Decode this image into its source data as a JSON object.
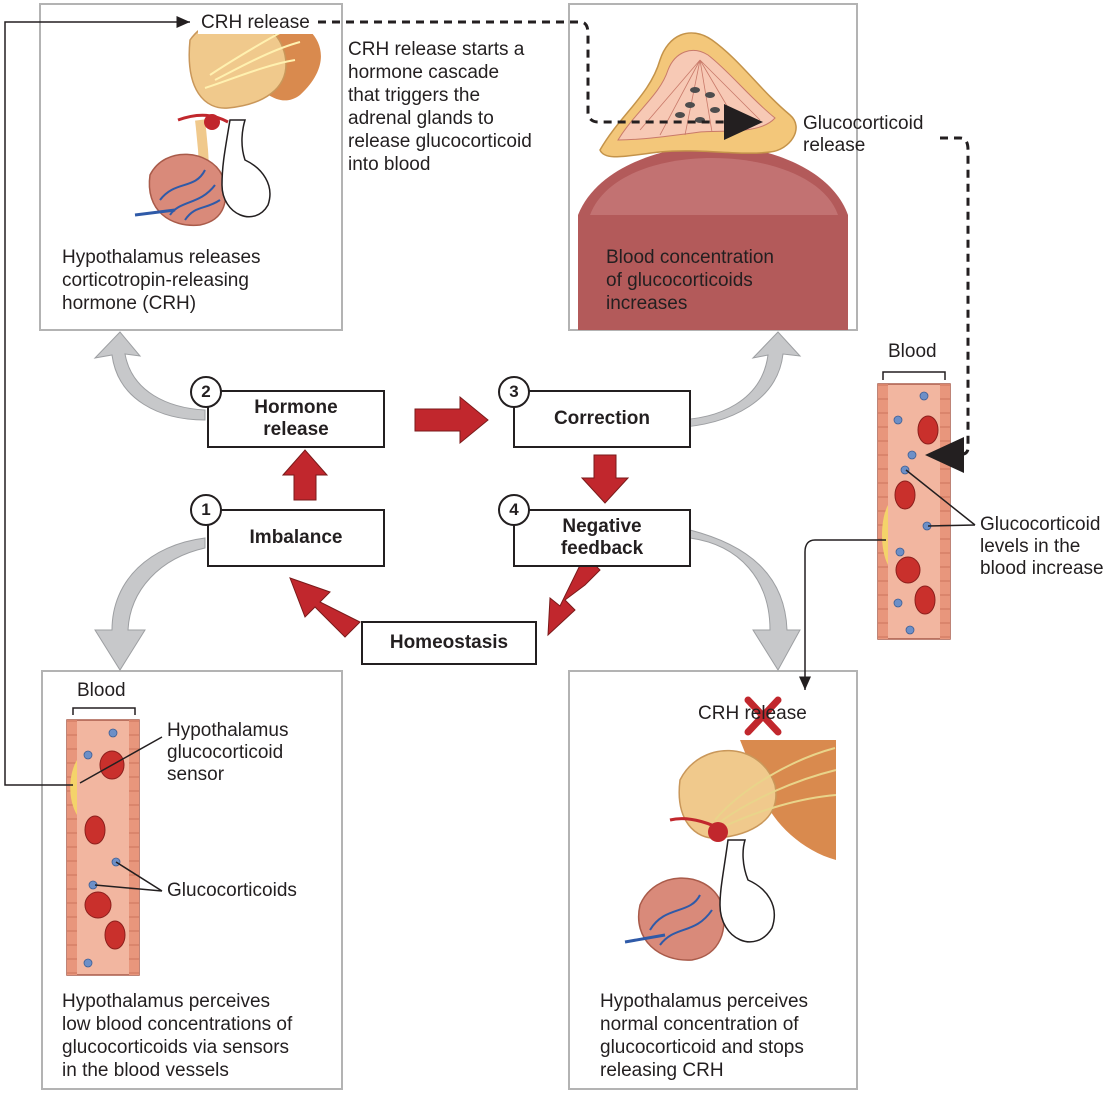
{
  "panels": {
    "top_left_caption": "Hypothalamus releases\ncorticotropin-releasing\nhormone (CRH)",
    "top_right_caption": "Blood concentration\nof glucocorticoids\nincreases",
    "bottom_left_caption": "Hypothalamus perceives\nlow blood concentrations of\nglucocorticoids via sensors\nin the blood vessels",
    "bottom_right_caption": "Hypothalamus perceives\nnormal concentration of\nglucocorticoid and stops\nreleasing CRH"
  },
  "labels": {
    "crh_release": "CRH release",
    "cascade_note": "CRH release starts a\nhormone cascade\nthat triggers the\nadrenal glands to\nrelease glucocorticoid\ninto blood",
    "glucocorticoid_release": "Glucocorticoid\nrelease",
    "blood_right": "Blood",
    "levels_increase": "Glucocorticoid\nlevels in the\nblood increase",
    "blood_left": "Blood",
    "sensor": "Hypothalamus\nglucocorticoid\nsensor",
    "glucocorticoids": "Glucocorticoids",
    "crh_release_stopped": "CRH release"
  },
  "steps": [
    {
      "num": "1",
      "label": "Imbalance"
    },
    {
      "num": "2",
      "label": "Hormone\nrelease"
    },
    {
      "num": "3",
      "label": "Correction"
    },
    {
      "num": "4",
      "label": "Negative\nfeedback"
    }
  ],
  "homeostasis": "Homeostasis",
  "colors": {
    "arrow_red": "#c1272d",
    "panel_border": "#b3b3b3",
    "vessel": "#e8967c",
    "rbc": "#c9302c",
    "gc_dot": "#6d8fc7",
    "gray_arrow": "#c7c8ca"
  }
}
